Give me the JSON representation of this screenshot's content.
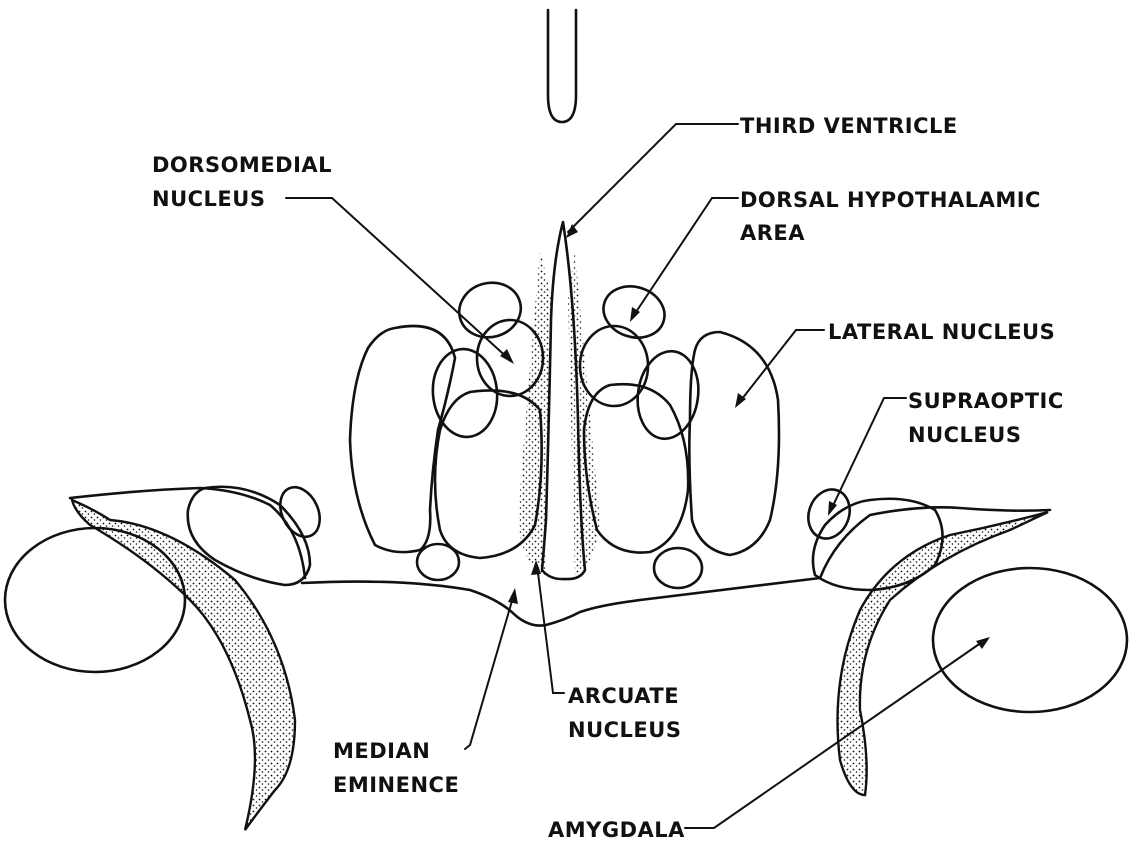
{
  "labels": {
    "third_ventricle": "THIRD VENTRICLE",
    "dorsomedial_line1": "DORSOMEDIAL",
    "dorsomedial_line2": "NUCLEUS",
    "dorsal_hypo_line1": "DORSAL HYPOTHALAMIC",
    "dorsal_hypo_line2": "AREA",
    "lateral_nucleus": "LATERAL NUCLEUS",
    "supraoptic_line1": "SUPRAOPTIC",
    "supraoptic_line2": "NUCLEUS",
    "arcuate_line1": "ARCUATE",
    "arcuate_line2": "NUCLEUS",
    "median_line1": "MEDIAN",
    "median_line2": "EMINENCE",
    "amygdala": "AMYGDALA"
  }
}
